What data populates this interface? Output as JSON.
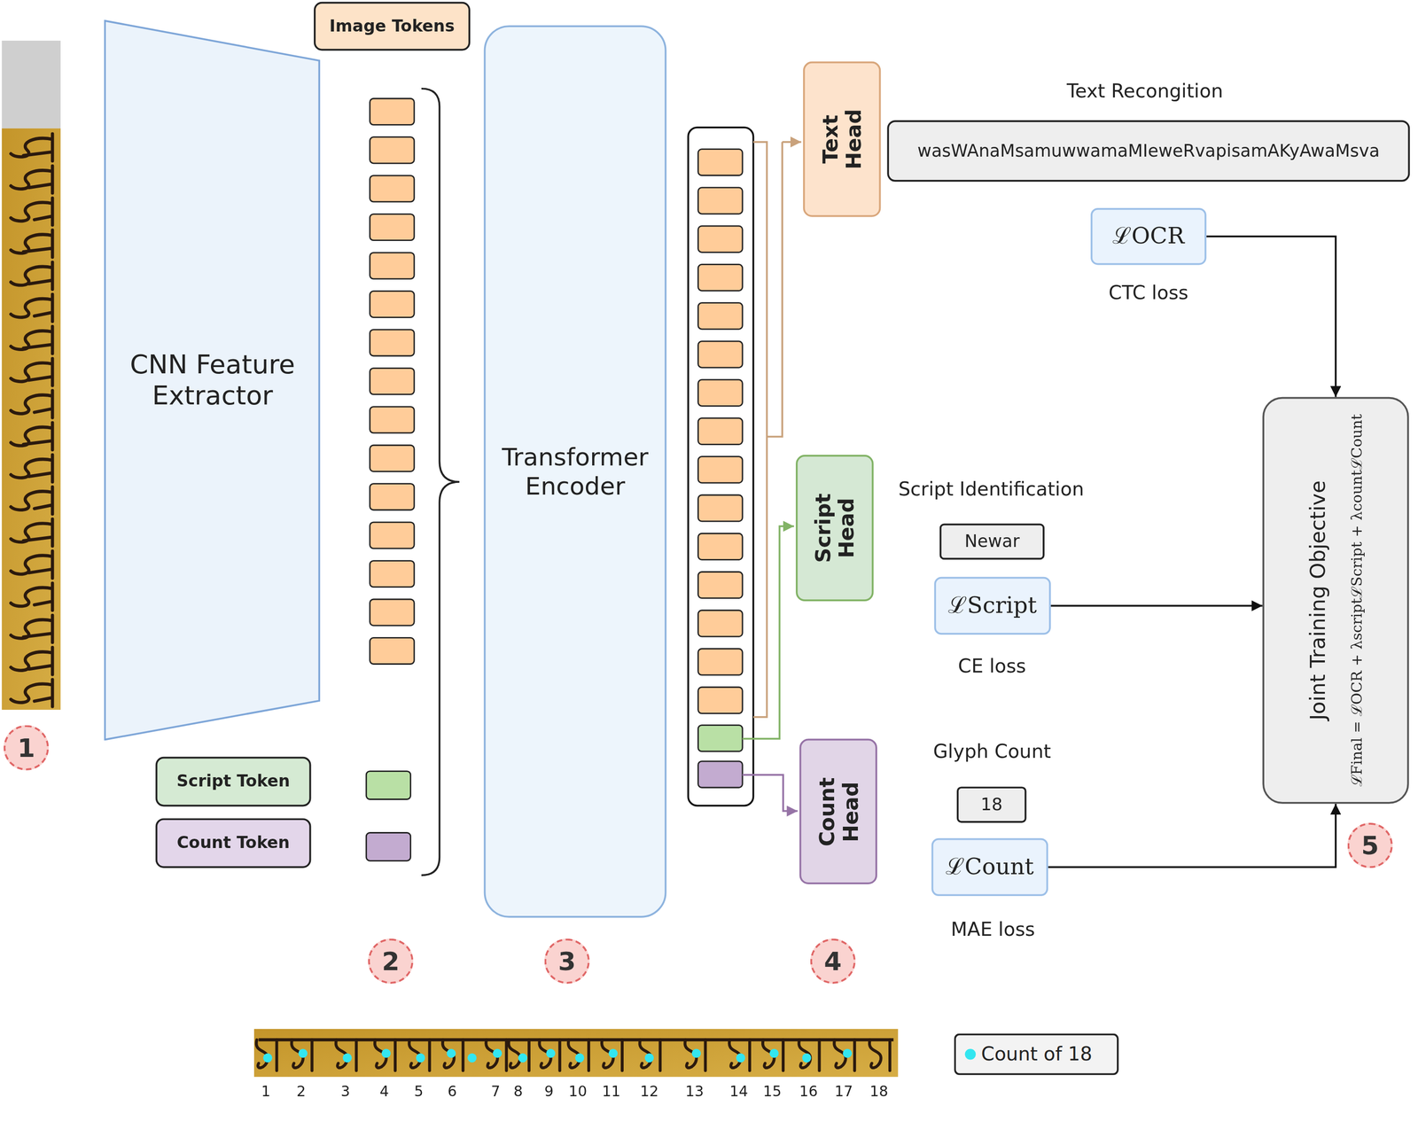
{
  "diagram": {
    "nodes": [
      {
        "text": [
          "CNN Feature Extractor"
        ]
      },
      {
        "text": [
          "Image Tokens"
        ]
      },
      {
        "text": [
          "Script Token"
        ]
      },
      {
        "text": [
          "Count Token"
        ]
      },
      {
        "text": [
          "Transformer Encoder"
        ]
      },
      {
        "text": [
          "Text Head"
        ]
      },
      {
        "text": [
          "Script Head"
        ]
      },
      {
        "text": [
          "Count Head"
        ]
      },
      {
        "text": [
          "wasWAnaMsamuwwamaMIeweRvapisamAKyAwaMsva"
        ]
      },
      {
        "text": [
          "ℒOCR"
        ]
      },
      {
        "text": [
          "Newar"
        ]
      },
      {
        "text": [
          "ℒScript"
        ]
      },
      {
        "text": [
          "18"
        ]
      },
      {
        "text": [
          "ℒCount"
        ]
      },
      {
        "text": [
          "Joint Training Objective",
          "ℒFinal = ℒOCR + λscriptℒScript + λcountℒCount"
        ]
      }
    ],
    "edges": [
      {
        "from": 9,
        "to": 14,
        "arrow": "to"
      },
      {
        "from": 11,
        "to": 14,
        "arrow": "to"
      },
      {
        "from": 13,
        "to": 14,
        "arrow": "to"
      }
    ],
    "labels": [
      "Text Recongition",
      "CTC loss",
      "Script Identification",
      "CE loss",
      "Glyph Count",
      "MAE loss",
      "1",
      "2",
      "3",
      "4",
      "5",
      "1",
      "2",
      "3",
      "4",
      "5",
      "6",
      "7",
      "8",
      "9",
      "10",
      "11",
      "12",
      "13",
      "14",
      "15",
      "16",
      "17",
      "18"
    ],
    "legend": [
      {
        "text": "Count of 18",
        "color": "#33e6f0"
      }
    ]
  }
}
